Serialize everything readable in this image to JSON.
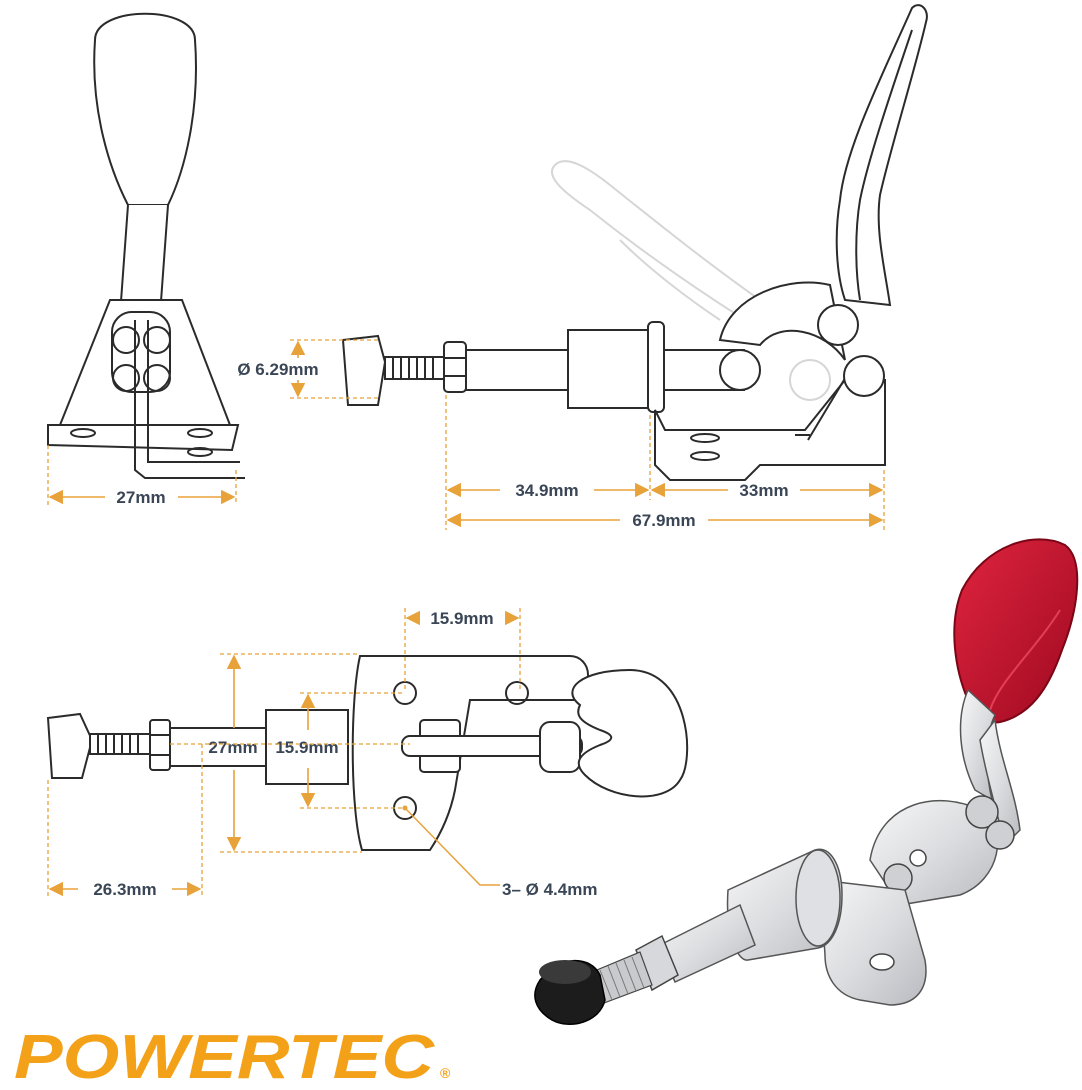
{
  "colors": {
    "outline": "#2b2b2b",
    "ghost": "#d6d6d6",
    "dimension": "#e8a23a",
    "label": "#3a4656",
    "handle_red": "#c8102e",
    "bumper": "#1c1c1c",
    "metal": "#e9eaec",
    "brand": "#f4a11a"
  },
  "dimensions": {
    "front_width": "27mm",
    "spindle_diameter": "Ø 6.29mm",
    "spindle_length": "34.9mm",
    "base_length": "33mm",
    "overall_length": "67.9mm",
    "hole_spacing": "15.9mm",
    "base_width": "27mm",
    "hole_offset": "15.9mm",
    "spindle_extension": "26.3mm",
    "mounting_holes": "3– Ø 4.4mm"
  },
  "brand": {
    "logo_text": "POWERTEC",
    "registered_mark": "®"
  },
  "icons": {
    "logo": "powertec-logo",
    "product": "toggle-clamp-photo"
  }
}
